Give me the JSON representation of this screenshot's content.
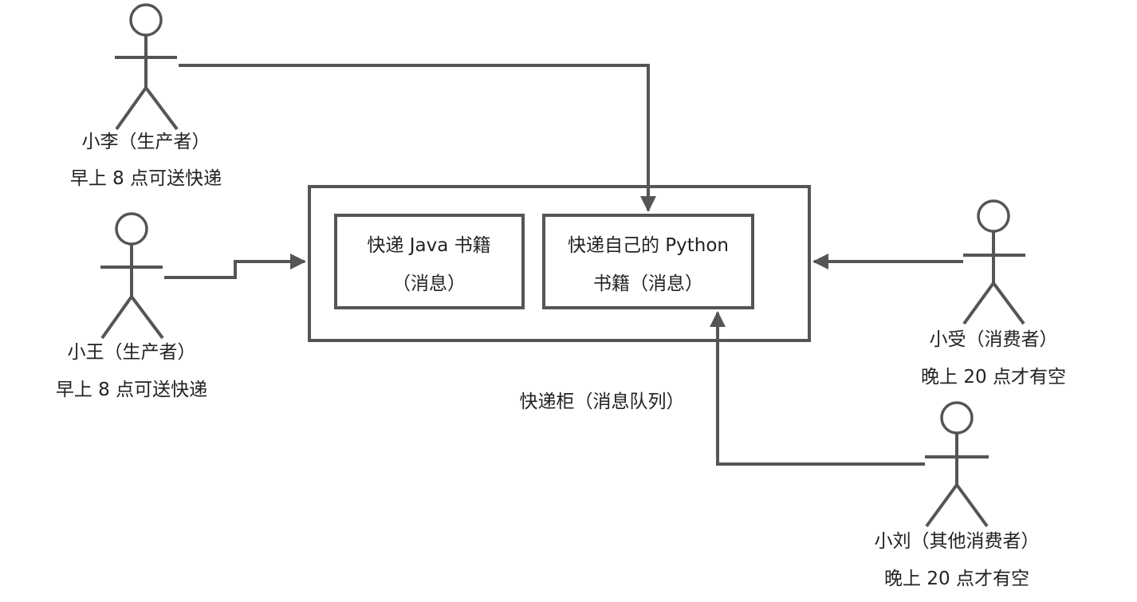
{
  "actors": [
    {
      "id": "xiaoli",
      "name": "小李（生产者）",
      "note": "早上 8 点可送快递"
    },
    {
      "id": "xiaowang",
      "name": "小王（生产者）",
      "note": "早上 8 点可送快递"
    },
    {
      "id": "xiaoshou",
      "name": "小受（消费者）",
      "note": "晚上 20 点才有空"
    },
    {
      "id": "xiaoliu",
      "name": "小刘（其他消费者）",
      "note": "晚上 20 点才有空"
    }
  ],
  "cabinet": {
    "label": "快递柜（消息队列）",
    "messages": [
      {
        "line1": "快递 Java 书籍",
        "line2": "（消息）"
      },
      {
        "line1": "快递自己的 Python",
        "line2": "书籍（消息）"
      }
    ]
  },
  "colors": {
    "stroke": "#555555",
    "text": "#222222",
    "background": "#ffffff"
  }
}
